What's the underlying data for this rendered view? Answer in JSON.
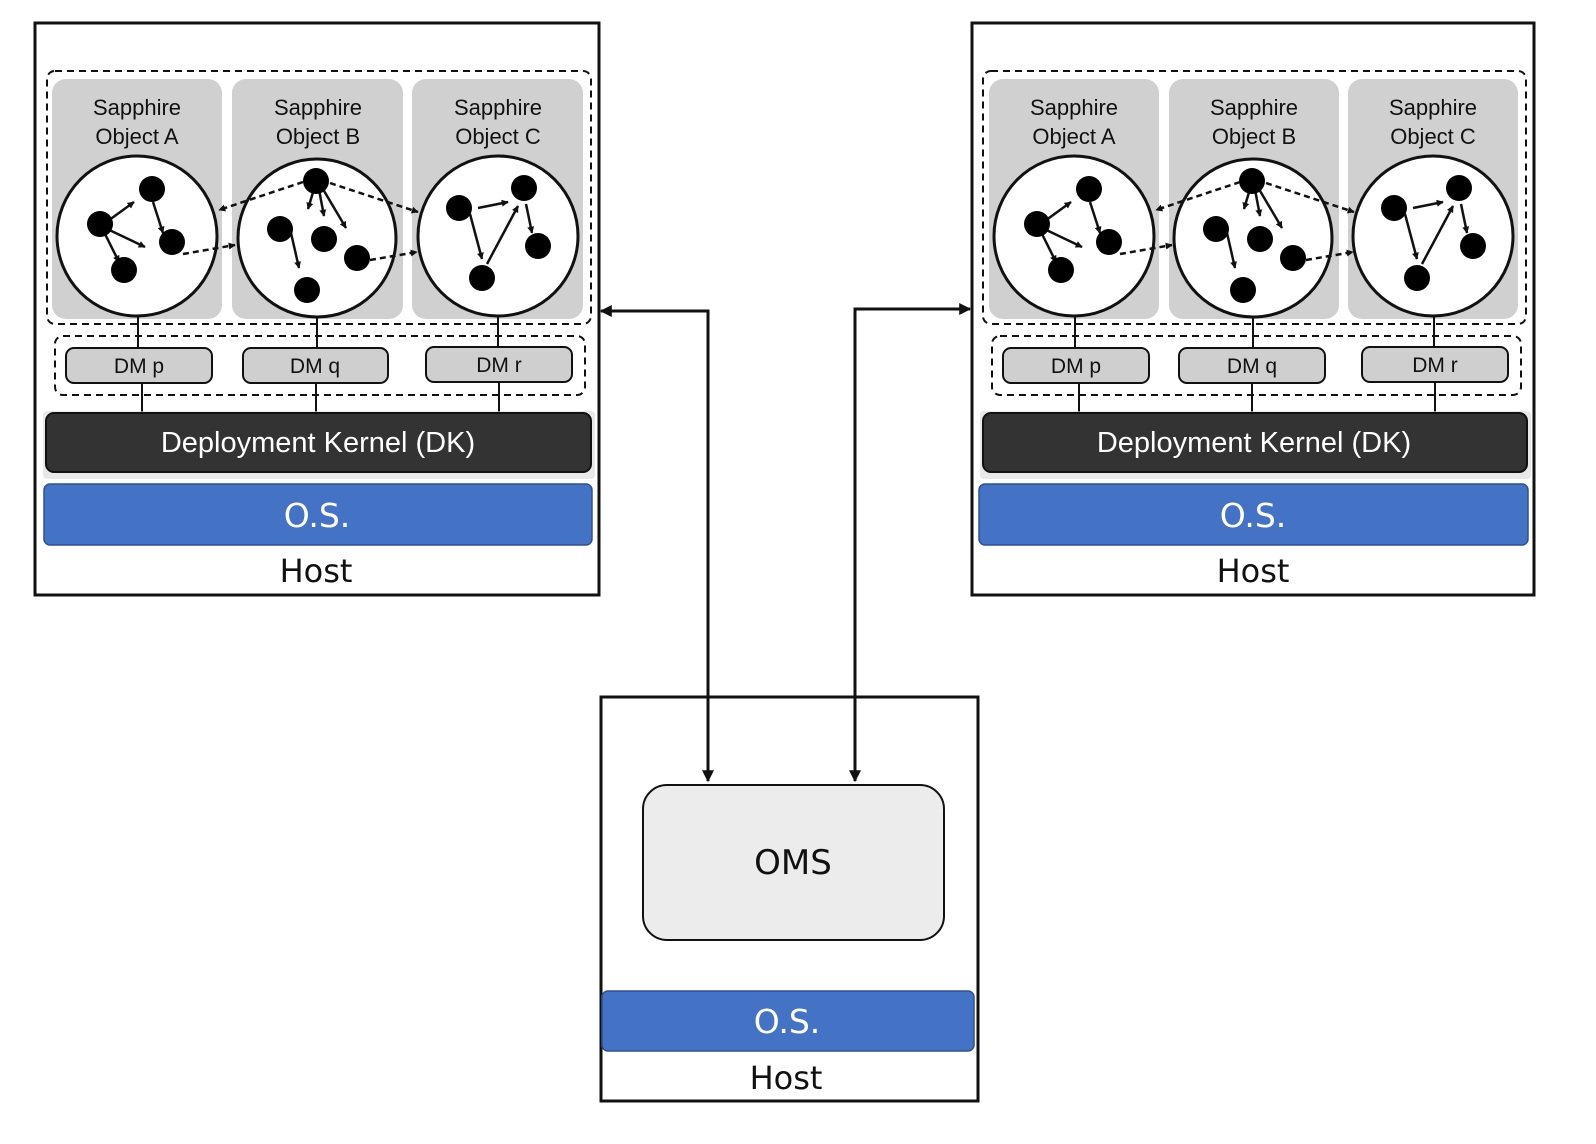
{
  "colors": {
    "object_bg": "#d0d0d0",
    "dm_fill": "#cfcfcf",
    "dk_fill": "#333333",
    "os_fill": "#4472c4",
    "oms_fill": "#ececec",
    "line": "#111111"
  },
  "hosts": [
    {
      "host_label": "Host",
      "os_label": "O.S.",
      "dk_label": "Deployment Kernel (DK)",
      "objects": [
        {
          "line1": "Sapphire",
          "line2": "Object A"
        },
        {
          "line1": "Sapphire",
          "line2": "Object B"
        },
        {
          "line1": "Sapphire",
          "line2": "Object C"
        }
      ],
      "dms": [
        "DM p",
        "DM q",
        "DM r"
      ]
    },
    {
      "host_label": "Host",
      "os_label": "O.S.",
      "dk_label": "Deployment Kernel (DK)",
      "objects": [
        {
          "line1": "Sapphire",
          "line2": "Object A"
        },
        {
          "line1": "Sapphire",
          "line2": "Object B"
        },
        {
          "line1": "Sapphire",
          "line2": "Object C"
        }
      ],
      "dms": [
        "DM p",
        "DM q",
        "DM r"
      ]
    }
  ],
  "oms_host": {
    "oms_label": "OMS",
    "os_label": "O.S.",
    "host_label": "Host"
  }
}
